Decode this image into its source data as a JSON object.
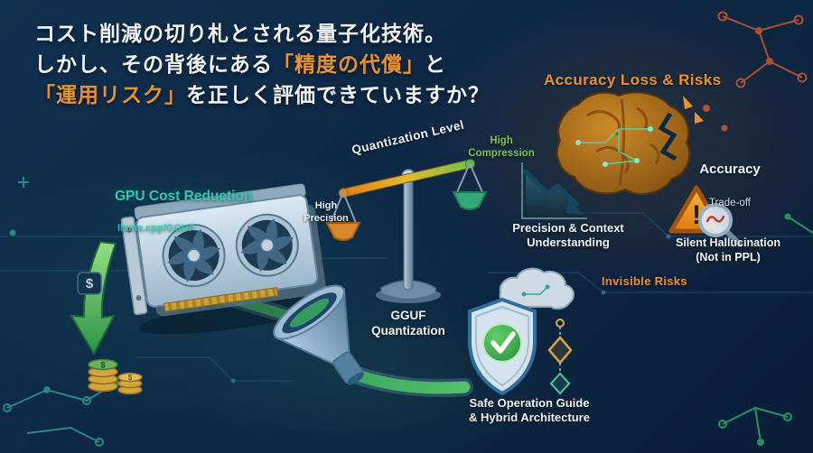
{
  "title": {
    "line1": "コスト削減の切り札とされる量子化技術。",
    "line2_text": "しかし、その背後にある",
    "line2_highlight": "「精度の代償」",
    "line2_tail": "と",
    "line3_highlight": "「運用リスク」",
    "line3_tail": "を正しく評価できていますか？"
  },
  "header": {
    "risk_banner": "Accuracy Loss & Risks"
  },
  "gpu": {
    "title": "GPU Cost Reduction",
    "subtitle": "llama.cpp/GGUF",
    "dollar_sign": "$"
  },
  "scale": {
    "axis_label": "Quantization Level",
    "left_label": "High\nPrecision",
    "right_label": "High\nCompression"
  },
  "risks": {
    "chart_caption": "Precision & Context\nUnderstanding",
    "accuracy": "Accuracy",
    "tradeoff": "Trade-off",
    "silent_hallucination": "Silent Hallucination\n(Not in PPL)",
    "invisible": "Invisible Risks",
    "warning_mark": "!"
  },
  "pipeline": {
    "gguf": "GGUF\nQuantization",
    "safe_operation": "Safe Operation Guide\n& Hybrid Architecture"
  },
  "colors": {
    "orange": "#e8922f",
    "teal": "#2fc9b5",
    "green": "#45b35c",
    "bg-deep": "#0a1f38",
    "bg-mid": "#10304f",
    "text-light": "#f2f5f7"
  }
}
